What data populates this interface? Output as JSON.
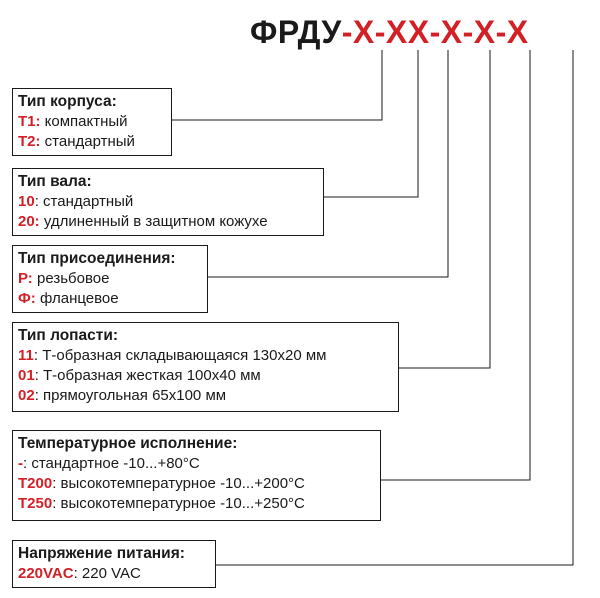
{
  "header": {
    "prefix": "ФРДУ",
    "separator": "-",
    "placeholder": "X",
    "segments": 6
  },
  "colors": {
    "accent": "#d32027",
    "text": "#1a1a1a"
  },
  "boxes": [
    {
      "title": "Тип корпуса:",
      "options": [
        {
          "code": "T1:",
          "text": " компактный"
        },
        {
          "code": "T2:",
          "text": " стандартный"
        }
      ]
    },
    {
      "title": "Тип вала:",
      "options": [
        {
          "code": "10",
          "text": ": стандартный"
        },
        {
          "code": "20:",
          "text": " удлиненный в защитном кожухе"
        }
      ]
    },
    {
      "title": "Тип присоединения:",
      "options": [
        {
          "code": "Р:",
          "text": " резьбовое"
        },
        {
          "code": "Ф:",
          "text": " фланцевое"
        }
      ]
    },
    {
      "title": "Тип лопасти:",
      "options": [
        {
          "code": "11",
          "text": ": Т-образная складывающаяся 130х20 мм"
        },
        {
          "code": "01",
          "text": ": Т-образная жесткая 100х40 мм"
        },
        {
          "code": "02",
          "text": ": прямоугольная 65х100 мм"
        }
      ]
    },
    {
      "title": "Температурное исполнение:",
      "options": [
        {
          "code": "-",
          "text": ": стандартное -10...+80°С"
        },
        {
          "code": "T200",
          "text": ": высокотемпературное  -10...+200°С"
        },
        {
          "code": "T250",
          "text": ": высокотемпературное  -10...+250°С"
        }
      ]
    },
    {
      "title": "Напряжение питания:",
      "options": [
        {
          "code": "220VAC",
          "text": ": 220 VAC"
        }
      ]
    }
  ]
}
